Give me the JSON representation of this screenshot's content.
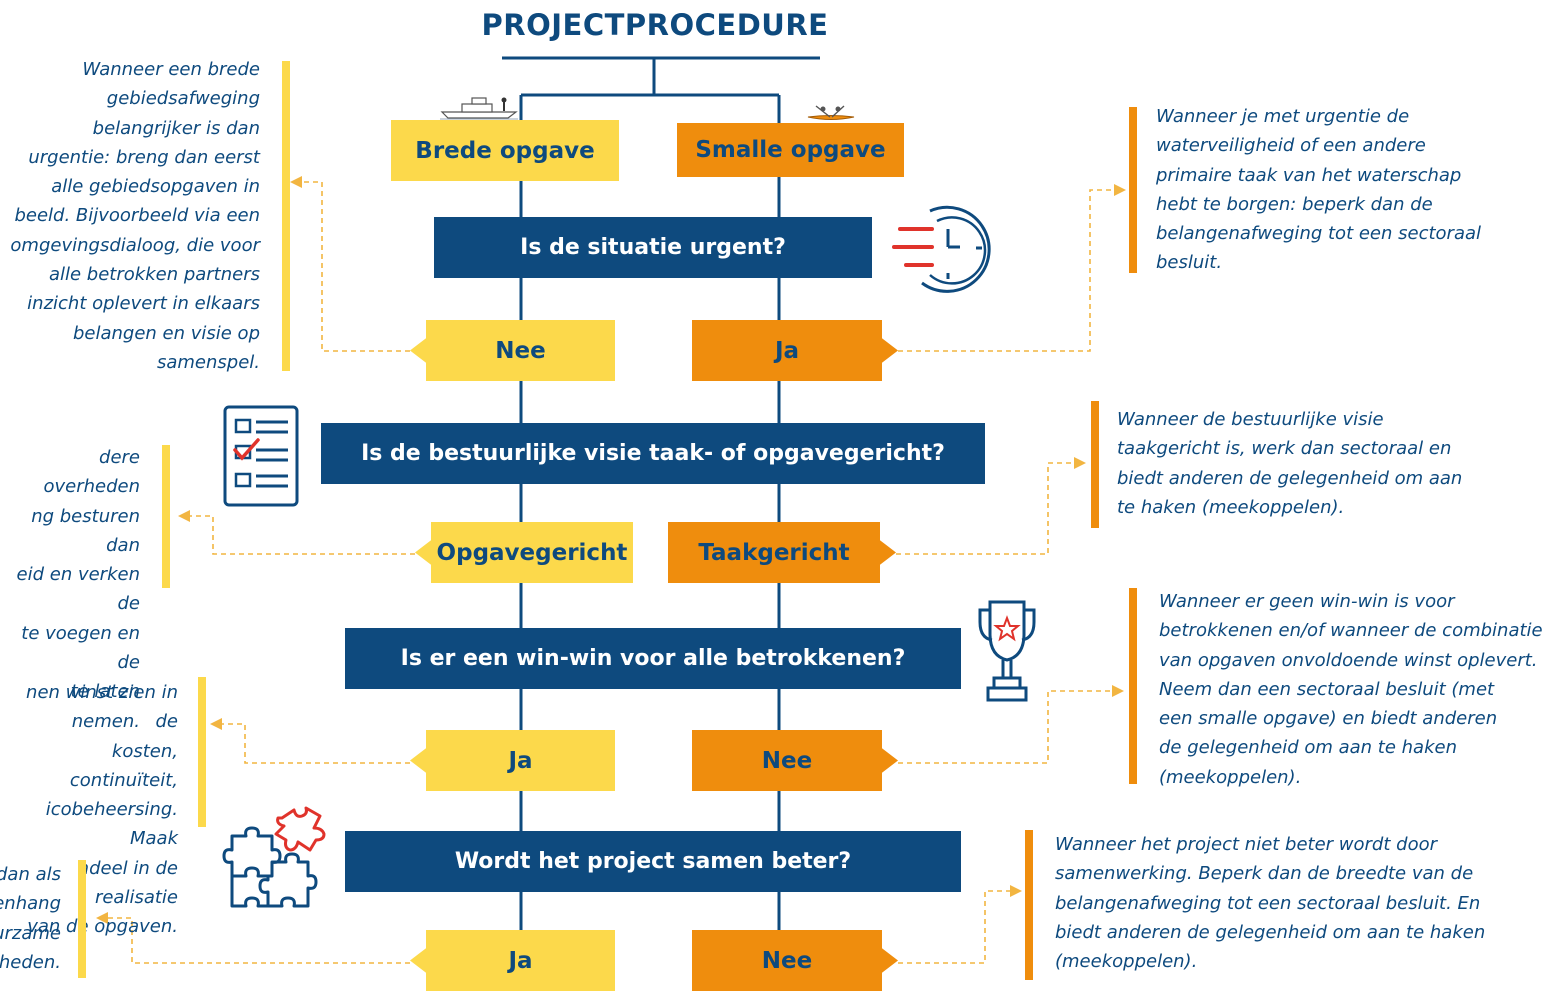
{
  "title": "PROJECTPROCEDURE",
  "colors": {
    "navy": "#0e4a7e",
    "yellow": "#fcd94b",
    "orange": "#ef8d0d",
    "red": "#e0332b"
  },
  "top_options": {
    "left": "Brede opgave",
    "right": "Smalle opgave"
  },
  "questions": {
    "q1": "Is de situatie urgent?",
    "q2": "Is de bestuurlijke visie taak- of opgavegericht?",
    "q3": "Is er een win-win voor alle betrokkenen?",
    "q4": "Wordt het project samen beter?"
  },
  "answers": {
    "q1": {
      "left": "Nee",
      "right": "Ja"
    },
    "q2": {
      "left": "Opgavegericht",
      "right": "Taakgericht"
    },
    "q3": {
      "left": "Ja",
      "right": "Nee"
    },
    "q4": {
      "left": "Ja",
      "right": "Nee"
    }
  },
  "notes": {
    "left1": [
      "Wanneer een brede",
      "gebiedsafweging",
      "belangrijker is dan",
      "urgentie: breng dan eerst",
      "alle gebiedsopgaven in",
      "beeld. Bijvoorbeeld via een",
      "omgevingsdialoog, die voor",
      "alle betrokken partners",
      "inzicht oplevert in elkaars",
      "belangen en visie op",
      "samenspel."
    ],
    "left2": [
      "dere overheden",
      "ng besturen dan",
      "eid en verken de",
      "te voegen en de",
      "te laten nemen."
    ],
    "left3": [
      "nen winst zien in de",
      "kosten, continuïteit,",
      "icobeheersing. Maak",
      "ndeel in de realisatie",
      "van de opgaven."
    ],
    "left4": [
      "dan als",
      "enhang",
      "urzame",
      "heden."
    ],
    "right1": [
      "Wanneer je met urgentie de",
      "waterveiligheid of een andere",
      "primaire taak van het waterschap",
      "hebt te borgen: beperk dan de",
      "belangenafweging tot een sectoraal",
      "besluit."
    ],
    "right2": [
      "Wanneer de bestuurlijke visie",
      "taakgericht is, werk dan sectoraal en",
      "biedt anderen de gelegenheid om aan",
      "te haken (meekoppelen)."
    ],
    "right3": [
      "Wanneer er geen win-win is voor",
      "betrokkenen en/of wanneer de combinatie",
      "van opgaven onvoldoende winst oplevert.",
      "Neem dan een sectoraal besluit (met",
      "een smalle opgave) en biedt anderen",
      "de gelegenheid om aan te haken",
      "(meekoppelen)."
    ],
    "right4": [
      "Wanneer het project niet beter wordt door",
      "samenwerking. Beperk dan de breedte van de",
      "belangenafweging tot een sectoraal besluit. En",
      "biedt anderen de gelegenheid om aan te haken",
      "(meekoppelen)."
    ]
  },
  "icons": [
    "ship-icon",
    "kayak-icon",
    "clock-icon",
    "checklist-icon",
    "trophy-icon",
    "puzzle-icon"
  ]
}
